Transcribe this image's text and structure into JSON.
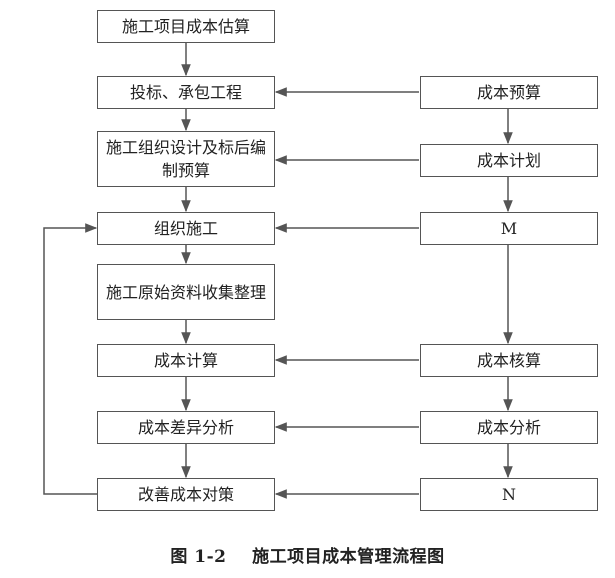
{
  "left_column": [
    {
      "id": "estimate",
      "label": "施工项目成本估算"
    },
    {
      "id": "bidding",
      "label": "投标、承包工程"
    },
    {
      "id": "design",
      "label": "施工组织设计及标后编制预算"
    },
    {
      "id": "organize",
      "label": "组织施工"
    },
    {
      "id": "collect",
      "label": "施工原始资料收集整理"
    },
    {
      "id": "calc",
      "label": "成本计算"
    },
    {
      "id": "variance",
      "label": "成本差异分析"
    },
    {
      "id": "improve",
      "label": "改善成本对策"
    }
  ],
  "right_column": [
    {
      "id": "budget",
      "label": "成本预算"
    },
    {
      "id": "plan",
      "label": "成本计划"
    },
    {
      "id": "m",
      "label": "M"
    },
    {
      "id": "audit",
      "label": "成本核算"
    },
    {
      "id": "analysis",
      "label": "成本分析"
    },
    {
      "id": "n",
      "label": "N"
    }
  ],
  "caption": "图 1-2    施工项目成本管理流程图"
}
